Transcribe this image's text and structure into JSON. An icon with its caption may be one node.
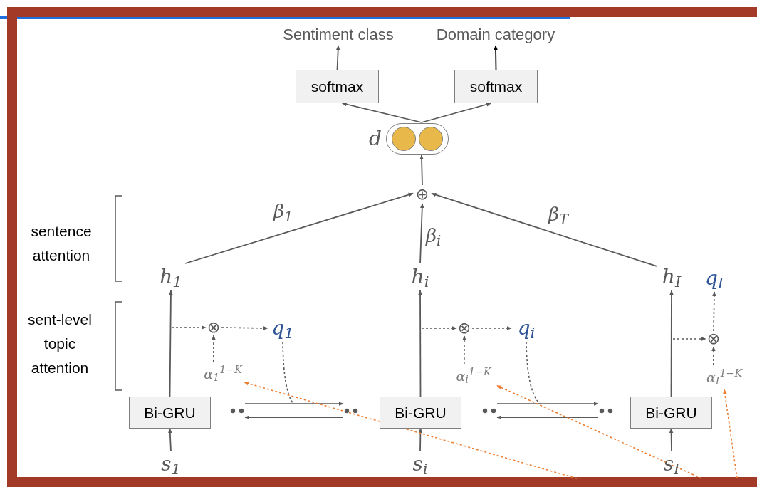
{
  "diagram": {
    "nodes": [
      {
        "text": [
          "Sentiment class"
        ]
      },
      {
        "text": [
          "Domain category"
        ]
      },
      {
        "text": [
          "softmax"
        ]
      },
      {
        "text": [
          "softmax"
        ]
      },
      {
        "text": [
          "d"
        ]
      },
      {
        "text": [
          "⊕"
        ]
      },
      {
        "text": [
          "h$_{1}$"
        ]
      },
      {
        "text": [
          "h$_{i}$"
        ]
      },
      {
        "text": [
          "h$_{I}$"
        ]
      },
      {
        "text": [
          "q$_{I}$"
        ]
      },
      {
        "text": [
          "⊗"
        ]
      },
      {
        "text": [
          "q$_{1}$"
        ]
      },
      {
        "text": [
          "⊗"
        ]
      },
      {
        "text": [
          "q$_{i}$"
        ]
      },
      {
        "text": [
          "⊗"
        ]
      },
      {
        "text": [
          "α$_{1}$$^{1−K}$"
        ]
      },
      {
        "text": [
          "α$_{i}$$^{1−K}$"
        ]
      },
      {
        "text": [
          "α$_{I}$$^{1−K}$"
        ]
      },
      {
        "text": [
          "Bi-GRU"
        ]
      },
      {
        "text": [
          "Bi-GRU"
        ]
      },
      {
        "text": [
          "Bi-GRU"
        ]
      },
      {
        "text": [
          "s$_{1}$"
        ]
      },
      {
        "text": [
          "s$_{i}$"
        ]
      },
      {
        "text": [
          "s$_{I}$"
        ]
      },
      {
        "text": [],
        "shape": "dots"
      },
      {
        "text": [],
        "shape": "dots"
      },
      {
        "text": [],
        "shape": "dots"
      },
      {
        "text": [],
        "shape": "dots"
      }
    ],
    "edges": [
      {
        "from": 2,
        "to": 0,
        "arrow": "to"
      },
      {
        "from": 3,
        "to": 1,
        "arrow": "to",
        "color": "#000000"
      },
      {
        "from": 4,
        "to": 2,
        "arrow": "to"
      },
      {
        "from": 4,
        "to": 3,
        "arrow": "to"
      },
      {
        "from": 5,
        "to": 4,
        "arrow": "to"
      },
      {
        "from": 6,
        "to": 5,
        "arrow": "to",
        "label": "β$_{1}$"
      },
      {
        "from": 7,
        "to": 5,
        "arrow": "to",
        "label": "β$_{i}$"
      },
      {
        "from": 8,
        "to": 5,
        "arrow": "to",
        "label": "β$_{T}$"
      },
      {
        "from": 18,
        "to": 6,
        "arrow": "to"
      },
      {
        "from": 19,
        "to": 7,
        "arrow": "to"
      },
      {
        "from": 20,
        "to": 8,
        "arrow": "to"
      },
      {
        "from": 21,
        "to": 18,
        "arrow": "to"
      },
      {
        "from": 22,
        "to": 19,
        "arrow": "to"
      },
      {
        "from": 23,
        "to": 20,
        "arrow": "to"
      },
      {
        "from": null,
        "to": 10,
        "arrow": "to",
        "style": "dashed"
      },
      {
        "from": 10,
        "to": 11,
        "arrow": "to",
        "style": "dashed"
      },
      {
        "from": 15,
        "to": 10,
        "arrow": "to",
        "style": "dashed"
      },
      {
        "from": null,
        "to": 12,
        "arrow": "to",
        "style": "dashed"
      },
      {
        "from": 12,
        "to": 13,
        "arrow": "to",
        "style": "dashed"
      },
      {
        "from": 16,
        "to": 12,
        "arrow": "to",
        "style": "dashed"
      },
      {
        "from": null,
        "to": 14,
        "arrow": "to",
        "style": "dashed"
      },
      {
        "from": 14,
        "to": 9,
        "arrow": "to",
        "style": "dashed"
      },
      {
        "from": 17,
        "to": 14,
        "arrow": "to",
        "style": "dashed"
      },
      {
        "from": 11,
        "to": null,
        "arrow": "none",
        "style": "dashed"
      },
      {
        "from": 13,
        "to": null,
        "arrow": "none",
        "style": "dashed"
      },
      {
        "from": 24,
        "to": 25,
        "arrow": "to"
      },
      {
        "from": 25,
        "to": 24,
        "arrow": "to"
      },
      {
        "from": 26,
        "to": 27,
        "arrow": "to"
      },
      {
        "from": 27,
        "to": 26,
        "arrow": "to"
      },
      {
        "from": null,
        "to": 15,
        "arrow": "to",
        "style": "dashed",
        "color": "#ed7d31"
      },
      {
        "from": null,
        "to": 16,
        "arrow": "to",
        "style": "dashed",
        "color": "#ed7d31"
      },
      {
        "from": null,
        "to": 17,
        "arrow": "to",
        "style": "dashed",
        "color": "#ed7d31"
      }
    ],
    "labels": [
      "sentence attention",
      "sent-level topic attention"
    ]
  }
}
